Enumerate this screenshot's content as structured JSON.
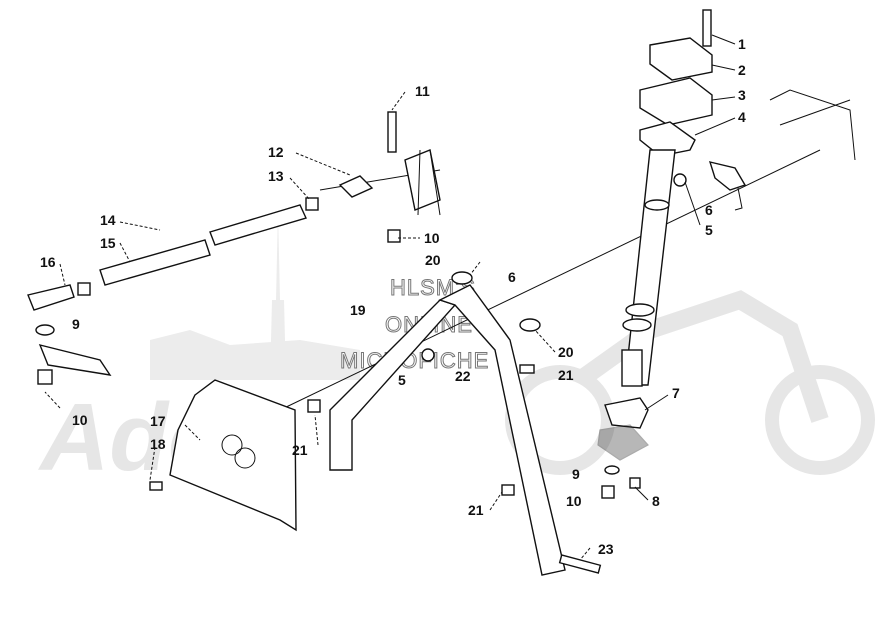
{
  "watermark": {
    "lines": [
      "HLSM'S",
      "ONLINE",
      "MICROFICHE"
    ],
    "logo_text": "Adoo"
  },
  "callouts": {
    "c1": "1",
    "c2": "2",
    "c3": "3",
    "c4": "4",
    "c5a": "5",
    "c5b": "5",
    "c6a": "6",
    "c6b": "6",
    "c7": "7",
    "c8": "8",
    "c9a": "9",
    "c9b": "9",
    "c10a": "10",
    "c10b": "10",
    "c10c": "10",
    "c11": "11",
    "c12": "12",
    "c13": "13",
    "c14": "14",
    "c15": "15",
    "c16": "16",
    "c17": "17",
    "c18": "18",
    "c19": "19",
    "c20a": "20",
    "c20b": "20",
    "c21a": "21",
    "c21b": "21",
    "c21c": "21",
    "c22": "22",
    "c23": "23"
  }
}
